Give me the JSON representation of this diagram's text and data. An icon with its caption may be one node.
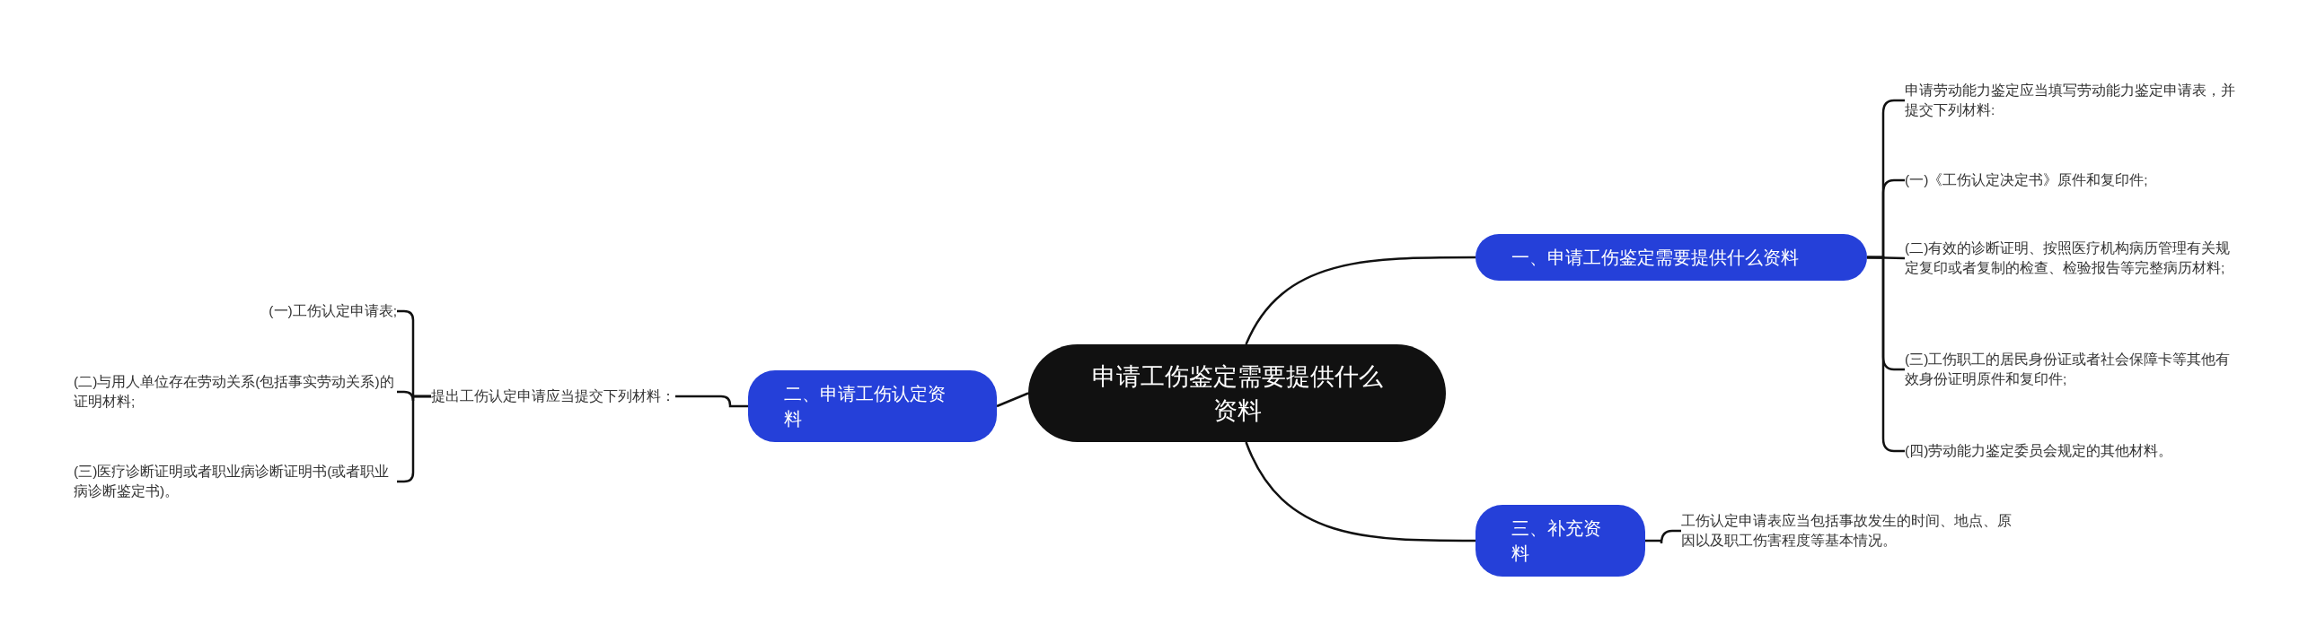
{
  "diagram": {
    "nodes": [
      {
        "text": [
          "申请工伤鉴定需要提供什么资料"
        ]
      },
      {
        "text": [
          "一、申请工伤鉴定需要提供什么资料"
        ]
      },
      {
        "text": [
          "申请劳动能力鉴定应当填写劳动能力鉴定申请表，并提交下列材料:"
        ]
      },
      {
        "text": [
          "(一)《工伤认定决定书》原件和复印件;"
        ]
      },
      {
        "text": [
          "(二)有效的诊断证明、按照医疗机构病历管理有关规定复印或者复制的检查、检验报告等完整病历材料;"
        ]
      },
      {
        "text": [
          "(三)工伤职工的居民身份证或者社会保障卡等其他有效身份证明原件和复印件;"
        ]
      },
      {
        "text": [
          "(四)劳动能力鉴定委员会规定的其他材料。"
        ]
      },
      {
        "text": [
          "二、申请工伤认定资料"
        ]
      },
      {
        "text": [
          "提出工伤认定申请应当提交下列材料："
        ]
      },
      {
        "text": [
          "(一)工伤认定申请表;"
        ]
      },
      {
        "text": [
          "(二)与用人单位存在劳动关系(包括事实劳动关系)的证明材料;"
        ]
      },
      {
        "text": [
          "(三)医疗诊断证明或者职业病诊断证明书(或者职业病诊断鉴定书)。"
        ]
      },
      {
        "text": [
          "三、补充资料"
        ]
      },
      {
        "text": [
          "工伤认定申请表应当包括事故发生的时间、地点、原因以及职工伤害程度等基本情况。"
        ]
      }
    ],
    "edges": [
      {
        "from": 0,
        "to": 1,
        "arrow": "none"
      },
      {
        "from": 1,
        "to": 2,
        "arrow": "none"
      },
      {
        "from": 1,
        "to": 3,
        "arrow": "none"
      },
      {
        "from": 1,
        "to": 4,
        "arrow": "none"
      },
      {
        "from": 1,
        "to": 5,
        "arrow": "none"
      },
      {
        "from": 1,
        "to": 6,
        "arrow": "none"
      },
      {
        "from": 0,
        "to": 7,
        "arrow": "none"
      },
      {
        "from": 7,
        "to": 8,
        "arrow": "none"
      },
      {
        "from": 8,
        "to": 9,
        "arrow": "none"
      },
      {
        "from": 8,
        "to": 10,
        "arrow": "none"
      },
      {
        "from": 8,
        "to": 11,
        "arrow": "none"
      },
      {
        "from": 0,
        "to": 12,
        "arrow": "none"
      },
      {
        "from": 12,
        "to": 13,
        "arrow": "none"
      }
    ]
  }
}
